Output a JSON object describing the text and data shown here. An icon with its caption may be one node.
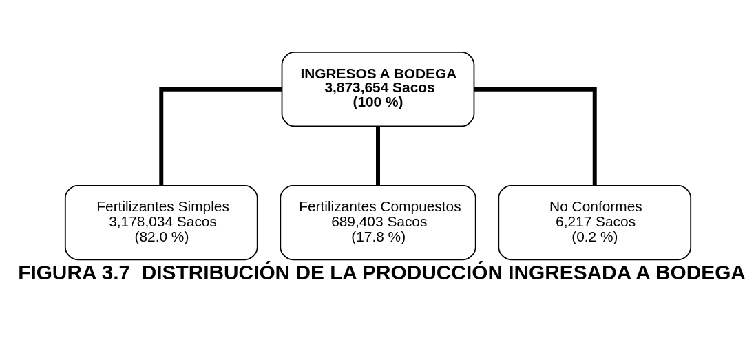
{
  "diagram": {
    "caption": "FIGURA 3.7  DISTRIBUCIÓN DE LA PRODUCCIÓN INGRESADA A BODEGA",
    "nodes": [
      {
        "text": [
          "INGRESOS A BODEGA",
          "3,873,654 Sacos",
          "(100 %)"
        ]
      },
      {
        "text": [
          "Fertilizantes Simples",
          "3,178,034 Sacos",
          "(82.0 %)"
        ]
      },
      {
        "text": [
          "Fertilizantes Compuestos",
          "689,403 Sacos",
          "(17.8 %)"
        ]
      },
      {
        "text": [
          "No Conformes",
          "6,217 Sacos",
          "(0.2 %)"
        ]
      }
    ],
    "edges": [
      {
        "from": 0,
        "to": 1,
        "arrow": "none"
      },
      {
        "from": 0,
        "to": 2,
        "arrow": "none"
      },
      {
        "from": 0,
        "to": 3,
        "arrow": "none"
      }
    ]
  }
}
